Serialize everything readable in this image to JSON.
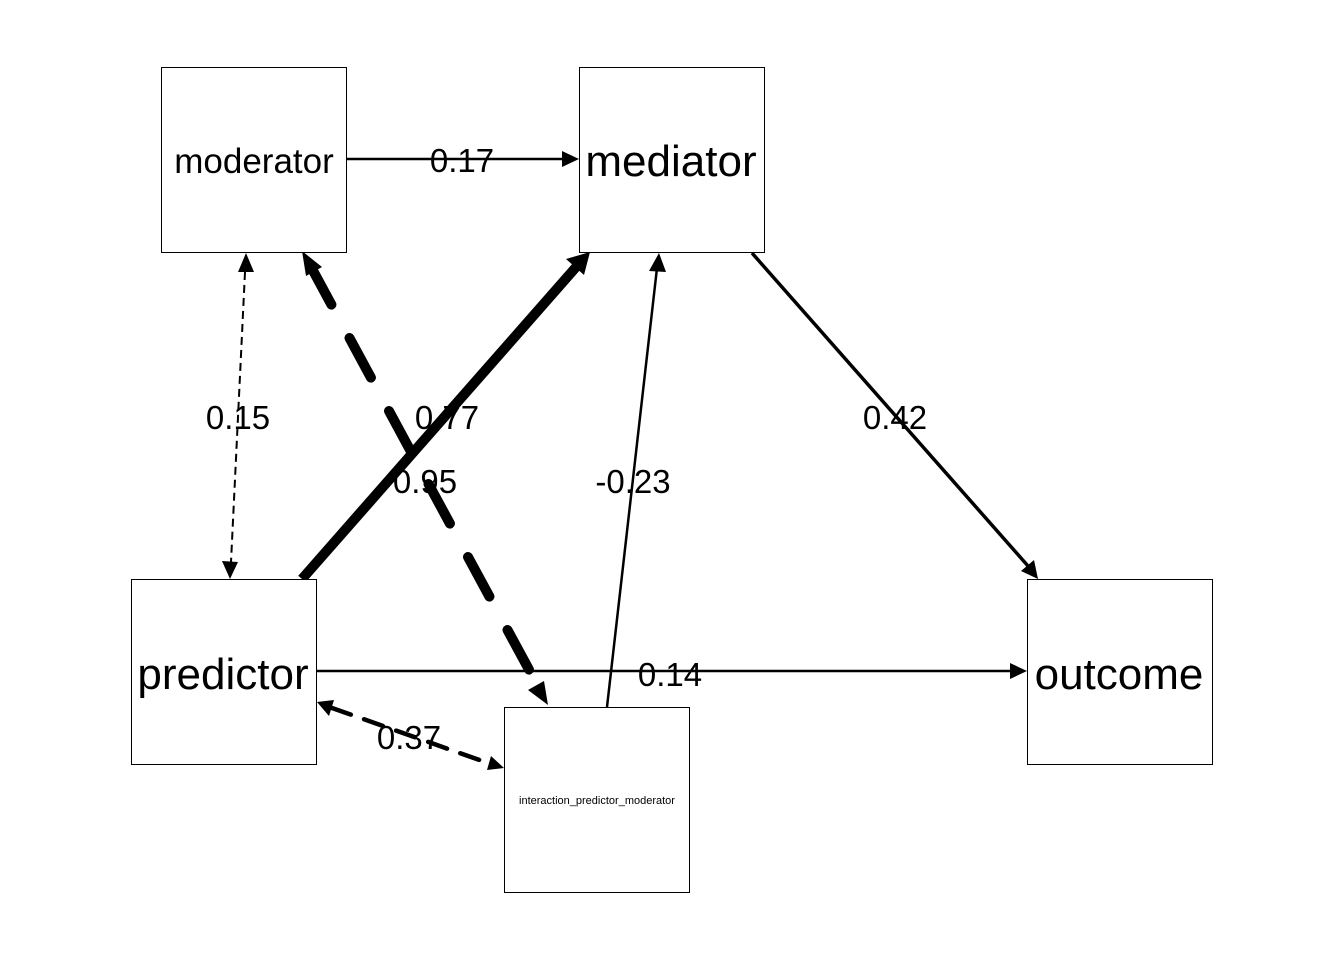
{
  "nodes": {
    "moderator": {
      "label": "moderator"
    },
    "mediator": {
      "label": "mediator"
    },
    "predictor": {
      "label": "predictor"
    },
    "outcome": {
      "label": "outcome"
    },
    "interaction": {
      "label": "interaction_predictor_moderator"
    }
  },
  "edges": {
    "moderator_mediator": {
      "from": "moderator",
      "to": "mediator",
      "label": "0.17",
      "style": "solid",
      "direction": "one-way"
    },
    "predictor_mediator": {
      "from": "predictor",
      "to": "mediator",
      "label": "0.77",
      "style": "solid",
      "direction": "one-way"
    },
    "interaction_mediator": {
      "from": "interaction_predictor_moderator",
      "to": "mediator",
      "label": "-0.23",
      "style": "solid",
      "direction": "one-way"
    },
    "mediator_outcome": {
      "from": "mediator",
      "to": "outcome",
      "label": "0.42",
      "style": "solid",
      "direction": "one-way"
    },
    "predictor_outcome": {
      "from": "predictor",
      "to": "outcome",
      "label": "0.14",
      "style": "solid",
      "direction": "one-way"
    },
    "moderator_predictor": {
      "from": "moderator",
      "to": "predictor",
      "label": "0.15",
      "style": "dashed",
      "direction": "two-way"
    },
    "moderator_interaction": {
      "from": "moderator",
      "to": "interaction_predictor_moderator",
      "label": "0.95",
      "style": "dashed",
      "direction": "two-way"
    },
    "predictor_interaction": {
      "from": "predictor",
      "to": "interaction_predictor_moderator",
      "label": "0.37",
      "style": "dashed",
      "direction": "two-way"
    }
  }
}
